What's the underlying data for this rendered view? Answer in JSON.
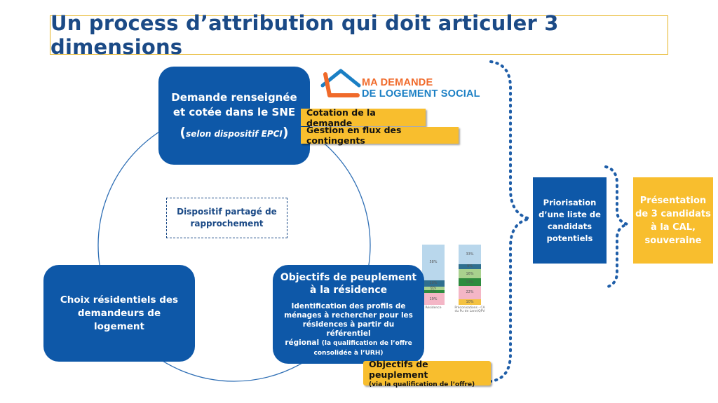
{
  "title": "Un process d’attribution qui doit articuler 3 dimensions",
  "box_demande": {
    "line1": "Demande renseignée",
    "line2": "et cotée dans le SNE",
    "paren_open": "(",
    "sub": "selon dispositif EPCI",
    "paren_close": ")"
  },
  "logo": {
    "line1": "MA DEMANDE",
    "line2": "DE LOGEMENT SOCIAL"
  },
  "tag_cotation": "Cotation de la demande",
  "tag_gestion": "Gestion en flux des contingents",
  "dispositif": {
    "line1": "Dispositif partagé de",
    "line2": "rapprochement"
  },
  "box_choix": {
    "line1": "Choix résidentiels des",
    "line2": "demandeurs de logement"
  },
  "box_objectifs": {
    "h1": "Objectifs de peuplement",
    "h2": "à la résidence",
    "d1": "Identification des profils de",
    "d2": "ménages à rechercher pour les",
    "d3": "résidences à partir du référentiel",
    "d4": "régional",
    "d5": "(la qualification de l’offre",
    "d6": "consolidée à l’URH)"
  },
  "tag_objectifs": {
    "title": "Objectifs de peuplement",
    "sub": "(via la qualification de l’offre)"
  },
  "box_priorisation": {
    "l1": "Priorisation",
    "l2": "d’une liste de",
    "l3": "candidats",
    "l4": "potentiels"
  },
  "box_presentation": {
    "l1": "Présentation",
    "l2": "de 3 candidats",
    "l3": "à la CAL,",
    "l4": "souveraine"
  },
  "colors": {
    "blue": "#0e58a8",
    "title": "#1b4a86",
    "yellow": "#f8be2e",
    "logo_orange": "#f06a2a",
    "logo_blue": "#1a7fc4"
  },
  "chart_data": {
    "type": "bar",
    "categories": [
      "Résidence",
      "Préconisations - CA du Pu de Lann/QPV"
    ],
    "series": [
      {
        "values": [
          58,
          33
        ]
      },
      {
        "values": [
          10,
          9
        ]
      },
      {
        "values": [
          6,
          16
        ]
      },
      {
        "values": [
          5,
          13
        ]
      },
      {
        "values": [
          19,
          22
        ]
      },
      {
        "values": [
          0,
          10
        ]
      }
    ],
    "labels": [
      [
        "58%",
        "10%",
        "6%",
        "5%",
        "19%",
        "0%"
      ],
      [
        "33%",
        "9%",
        "16%",
        "13%",
        "22%",
        "10%"
      ]
    ],
    "colors": [
      "#b9d7ec",
      "#2f6f8f",
      "#a9d18e",
      "#2e8b3e",
      "#f4b6c6",
      "#f4c242"
    ]
  }
}
